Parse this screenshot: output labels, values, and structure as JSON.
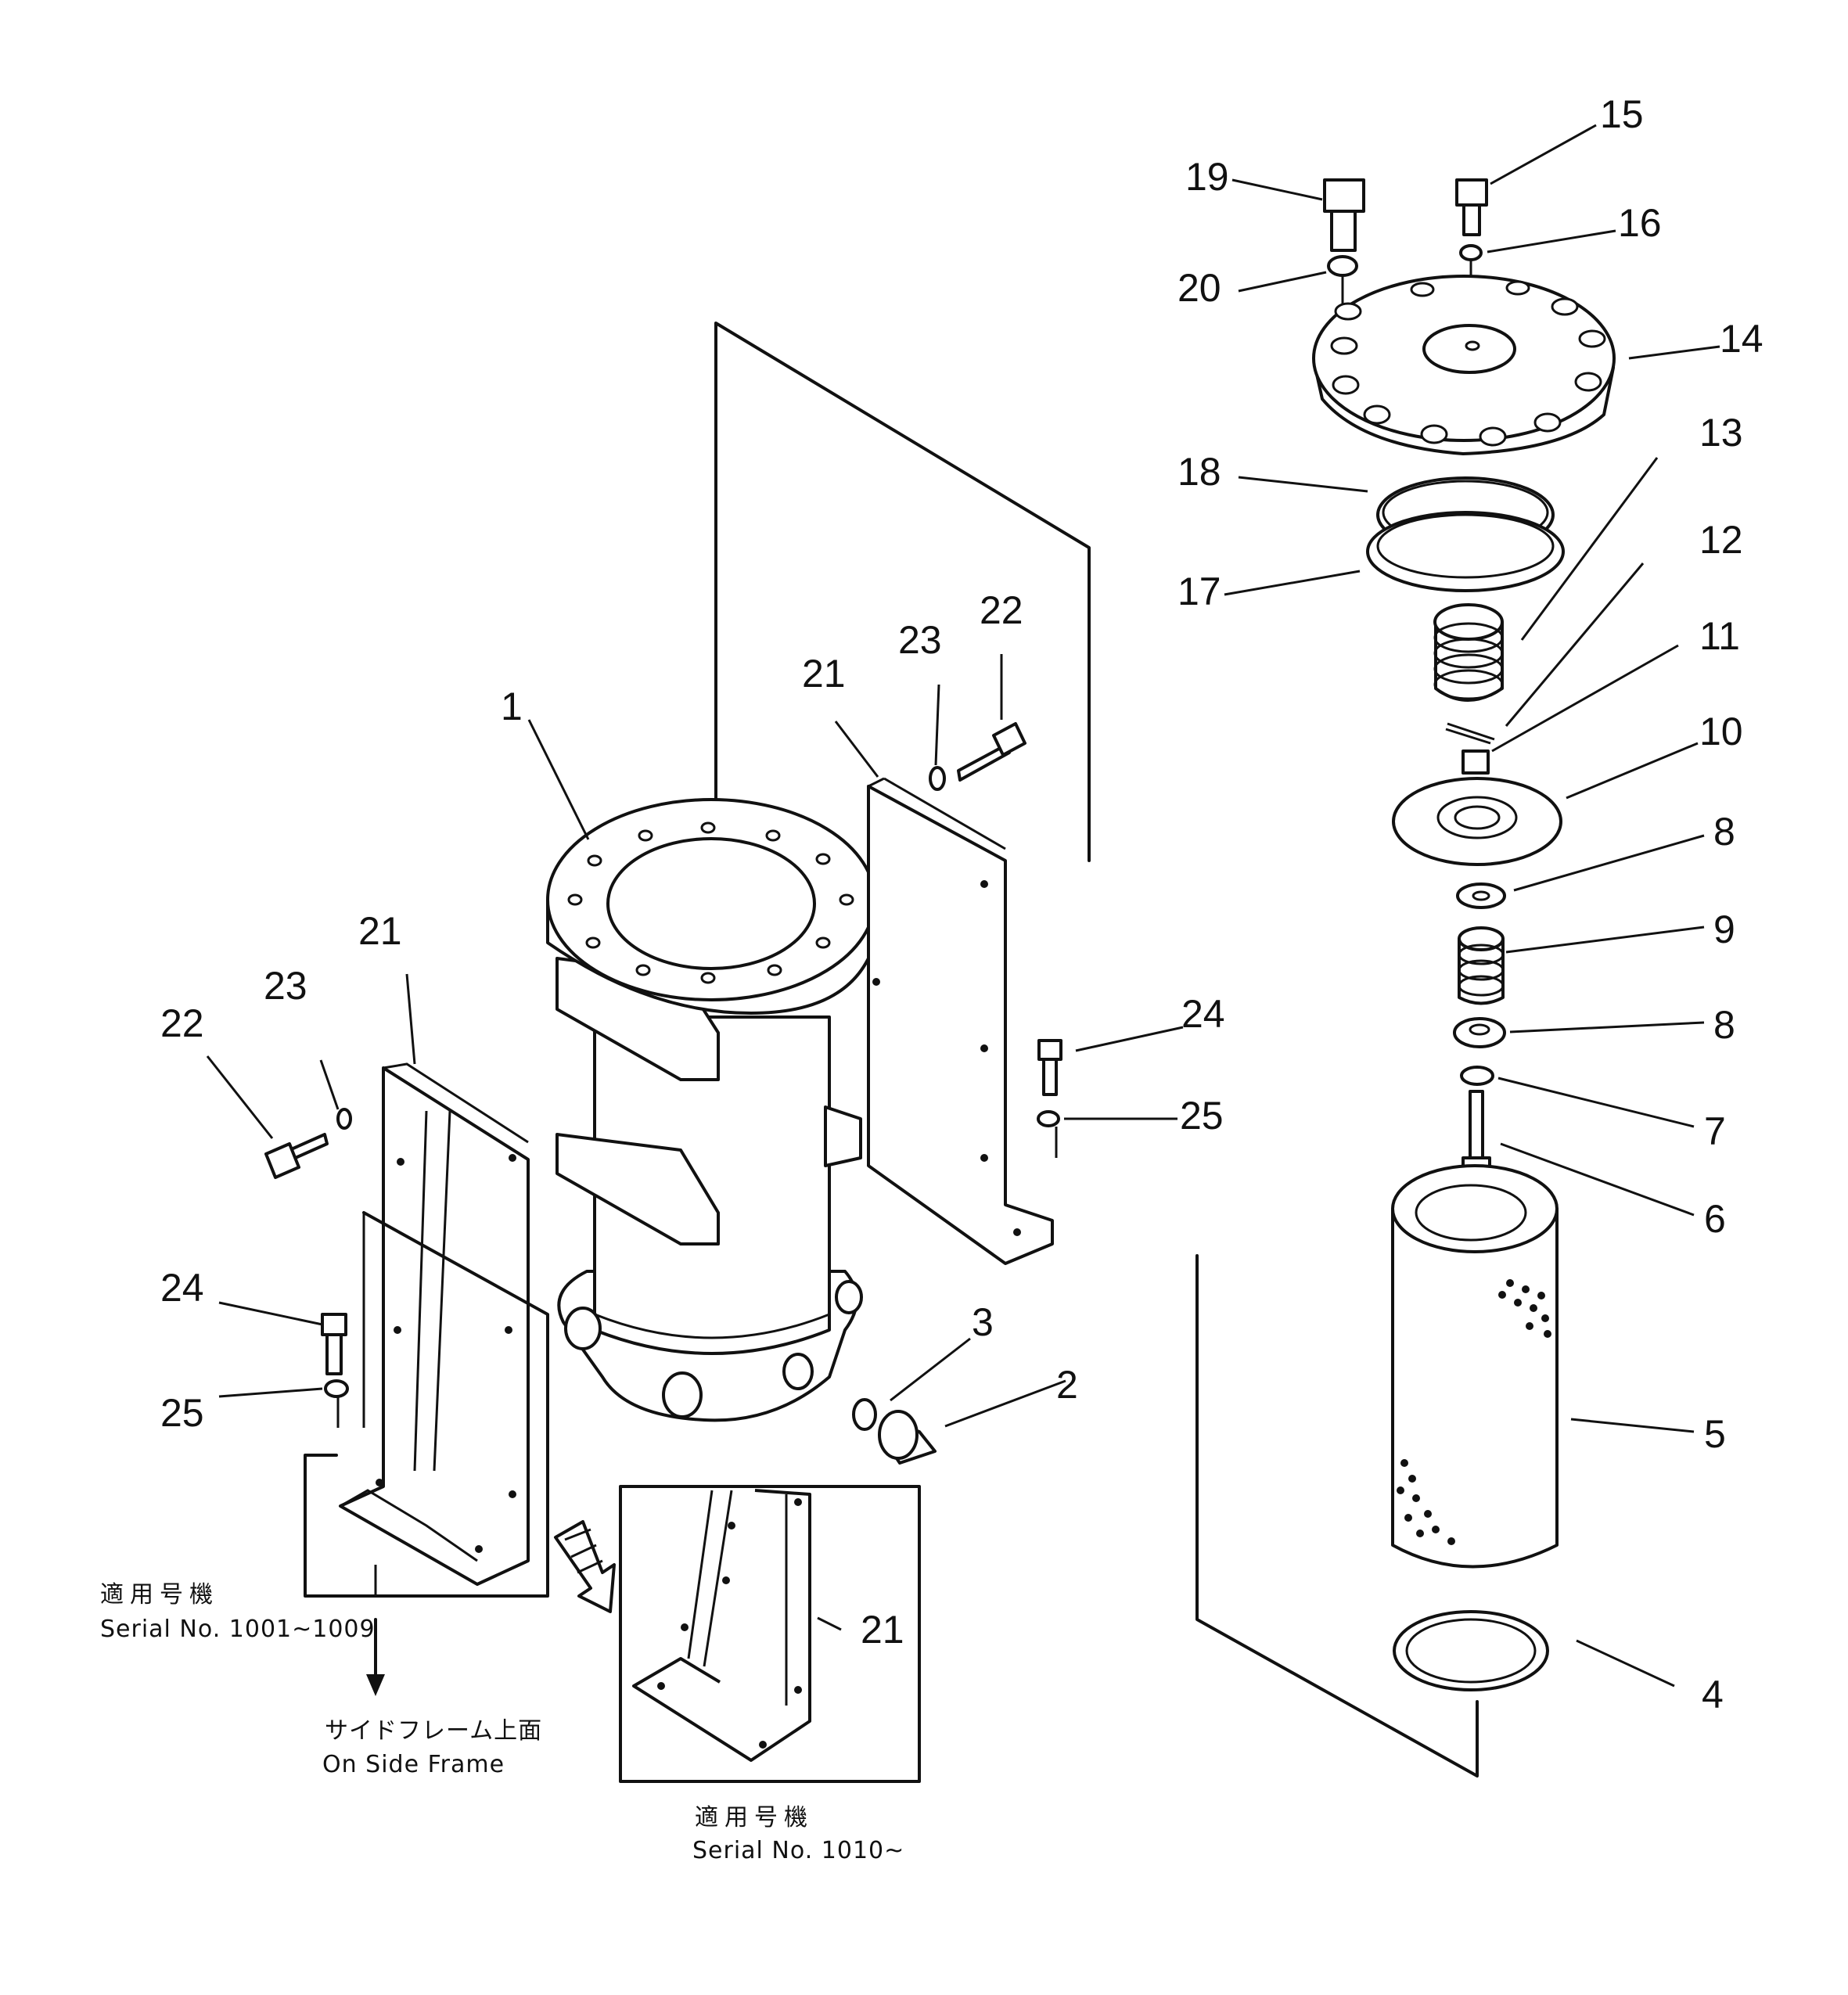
{
  "callouts": [
    "1",
    "2",
    "3",
    "4",
    "5",
    "6",
    "7",
    "8",
    "8",
    "9",
    "10",
    "11",
    "12",
    "13",
    "14",
    "15",
    "16",
    "17",
    "18",
    "19",
    "20",
    "21",
    "21",
    "21",
    "22",
    "22",
    "23",
    "23",
    "24",
    "24",
    "25",
    "25"
  ],
  "notes": {
    "early_serial_jp": "適用号機",
    "early_serial": "Serial No. 1001~1009",
    "mount_location_jp": "サイドフレーム上面",
    "mount_location": "On Side Frame",
    "late_serial_jp": "適用号機",
    "late_serial": "Serial No. 1010~"
  }
}
